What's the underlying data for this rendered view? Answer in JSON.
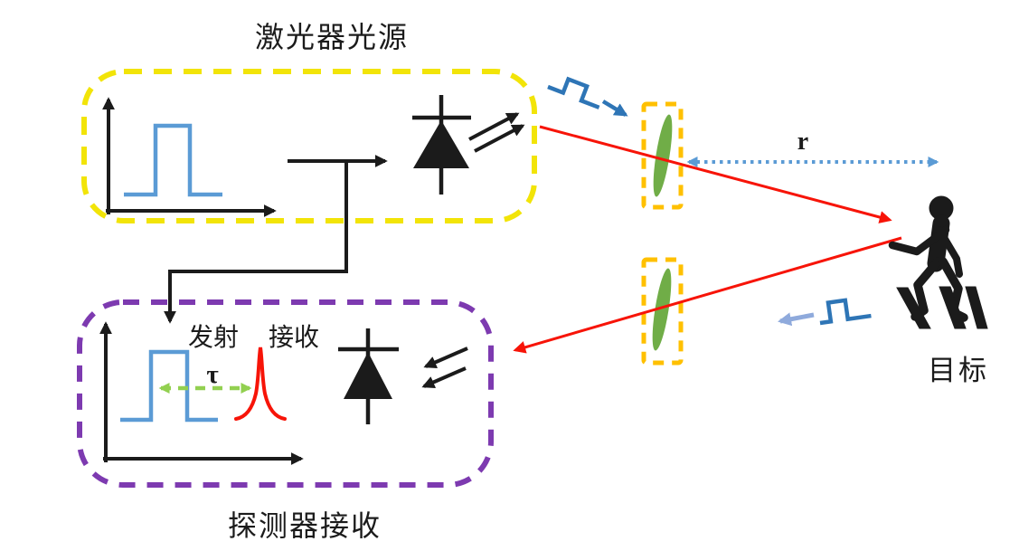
{
  "laser_source": {
    "title": "激光器光源"
  },
  "detector": {
    "title": "探测器接收",
    "transmit_label": "发射",
    "receive_label": "接收",
    "delay_label": "τ"
  },
  "scene": {
    "range_label": "r",
    "target_label": "目标"
  },
  "colors": {
    "ink": "#1b1b1b",
    "box_yellow": "#f2e408",
    "box_purple": "#7d3ab0",
    "pulse_blue": "#5b9bd5",
    "signal_blue": "#2e75b6",
    "light_blue": "#8faadc",
    "laser_red": "#f71408",
    "lens_green": "#70ad47",
    "arrow_green": "#92d050",
    "lens_box_orange": "#ffc000"
  }
}
